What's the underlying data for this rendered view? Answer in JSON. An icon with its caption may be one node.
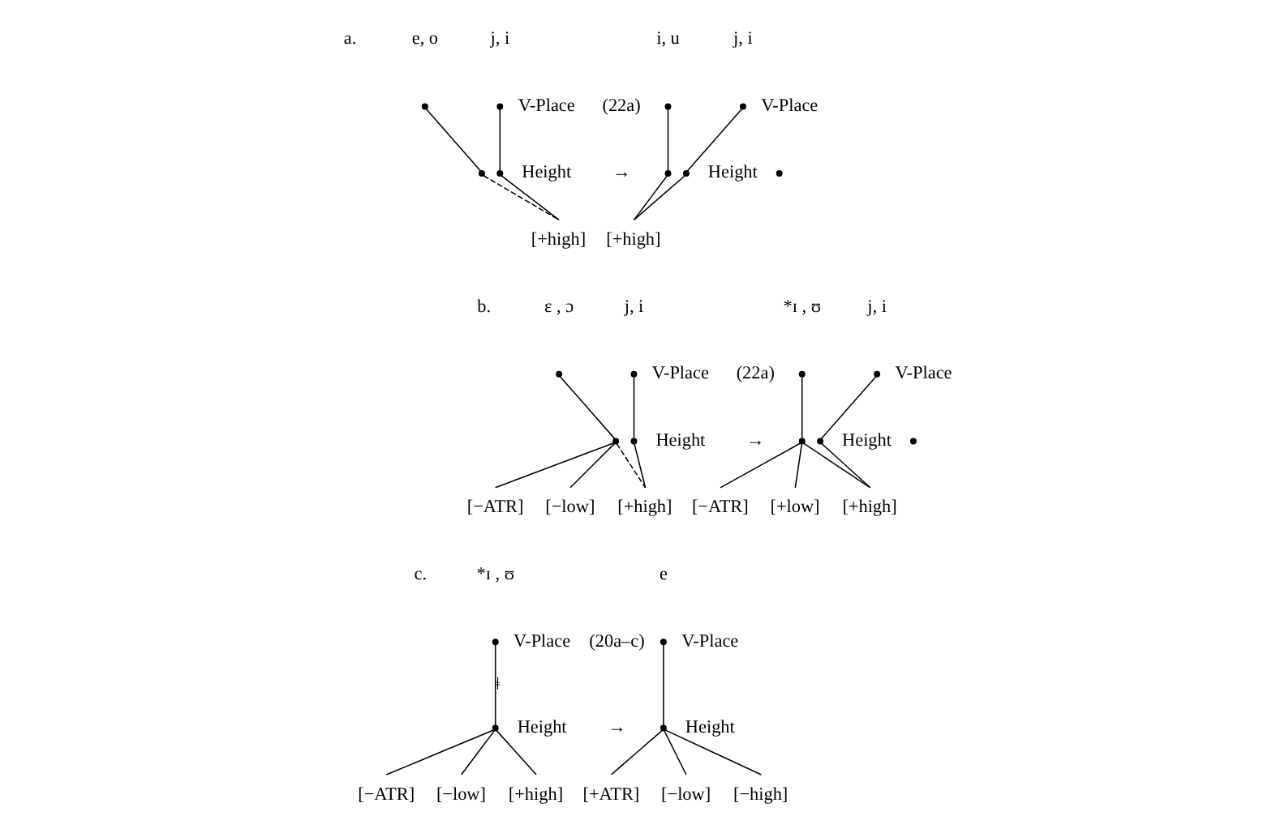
{
  "diagram": {
    "nodes": [
      {
        "text": [],
        "shape": "circle",
        "beside": [
          "e, o"
        ]
      },
      {
        "text": [],
        "shape": "circle",
        "beside": [
          "j, i",
          "V-Place"
        ]
      },
      {
        "text": [],
        "shape": "circle"
      },
      {
        "text": [],
        "shape": "circle",
        "beside": [
          "Height"
        ]
      },
      {
        "text": [
          "[+high]"
        ]
      },
      {
        "text": [],
        "shape": "circle",
        "beside": [
          "i, u"
        ]
      },
      {
        "text": [],
        "shape": "circle",
        "beside": [
          "j, i",
          "V-Place"
        ]
      },
      {
        "text": [],
        "shape": "circle"
      },
      {
        "text": [],
        "shape": "circle",
        "beside": [
          "Height"
        ]
      },
      {
        "text": [],
        "shape": "circle"
      },
      {
        "text": [
          "[+high]"
        ]
      },
      {
        "text": [],
        "shape": "circle",
        "beside": [
          "ɛ , ɔ"
        ]
      },
      {
        "text": [],
        "shape": "circle",
        "beside": [
          "j, i",
          "V-Place"
        ]
      },
      {
        "text": [],
        "shape": "circle"
      },
      {
        "text": [],
        "shape": "circle",
        "beside": [
          "Height"
        ]
      },
      {
        "text": [
          "[−ATR]"
        ]
      },
      {
        "text": [
          "[−low]"
        ]
      },
      {
        "text": [
          "[+high]"
        ]
      },
      {
        "text": [],
        "shape": "circle",
        "beside": [
          "*ɪ , ʊ"
        ]
      },
      {
        "text": [],
        "shape": "circle",
        "beside": [
          "j, i",
          "V-Place"
        ]
      },
      {
        "text": [],
        "shape": "circle"
      },
      {
        "text": [],
        "shape": "circle",
        "beside": [
          "Height"
        ]
      },
      {
        "text": [],
        "shape": "circle"
      },
      {
        "text": [
          "[−ATR]"
        ]
      },
      {
        "text": [
          "[+low]"
        ]
      },
      {
        "text": [
          "[+high]"
        ]
      },
      {
        "text": [],
        "shape": "circle",
        "beside": [
          "*ɪ , ʊ",
          "V-Place"
        ]
      },
      {
        "text": [],
        "shape": "circle",
        "beside": [
          "Height"
        ]
      },
      {
        "text": [
          "[−ATR]"
        ]
      },
      {
        "text": [
          "[−low]"
        ]
      },
      {
        "text": [
          "[+high]"
        ]
      },
      {
        "text": [],
        "shape": "circle",
        "beside": [
          "e",
          "V-Place"
        ]
      },
      {
        "text": [],
        "shape": "circle",
        "beside": [
          "Height"
        ]
      },
      {
        "text": [
          "[+ATR]"
        ]
      },
      {
        "text": [
          "[−low]"
        ]
      },
      {
        "text": [
          "[−high]"
        ]
      }
    ],
    "edges": [
      {
        "from": 0,
        "to": 2,
        "arrow": "none"
      },
      {
        "from": 1,
        "to": 3,
        "arrow": "none"
      },
      {
        "from": 3,
        "to": 4,
        "arrow": "none"
      },
      {
        "from": 2,
        "to": 4,
        "arrow": "none",
        "style": "dashed"
      },
      {
        "from": 5,
        "to": 7,
        "arrow": "none"
      },
      {
        "from": 6,
        "to": 8,
        "arrow": "none"
      },
      {
        "from": 8,
        "to": 10,
        "arrow": "none"
      },
      {
        "from": 7,
        "to": 10,
        "arrow": "none"
      },
      {
        "from": 11,
        "to": 13,
        "arrow": "none"
      },
      {
        "from": 12,
        "to": 14,
        "arrow": "none"
      },
      {
        "from": 13,
        "to": 15,
        "arrow": "none"
      },
      {
        "from": 13,
        "to": 16,
        "arrow": "none"
      },
      {
        "from": 13,
        "to": 17,
        "arrow": "none",
        "style": "dashed"
      },
      {
        "from": 14,
        "to": 17,
        "arrow": "none"
      },
      {
        "from": 18,
        "to": 20,
        "arrow": "none"
      },
      {
        "from": 19,
        "to": 21,
        "arrow": "none"
      },
      {
        "from": 20,
        "to": 23,
        "arrow": "none"
      },
      {
        "from": 20,
        "to": 24,
        "arrow": "none"
      },
      {
        "from": 20,
        "to": 25,
        "arrow": "none"
      },
      {
        "from": 21,
        "to": 25,
        "arrow": "none"
      },
      {
        "from": 26,
        "to": 27,
        "arrow": "none",
        "label": "ǂ"
      },
      {
        "from": 27,
        "to": 28,
        "arrow": "none"
      },
      {
        "from": 27,
        "to": 29,
        "arrow": "none"
      },
      {
        "from": 27,
        "to": 30,
        "arrow": "none"
      },
      {
        "from": 31,
        "to": 32,
        "arrow": "none"
      },
      {
        "from": 32,
        "to": 33,
        "arrow": "none"
      },
      {
        "from": 32,
        "to": 34,
        "arrow": "none"
      },
      {
        "from": 32,
        "to": 35,
        "arrow": "none"
      }
    ],
    "labels": [
      "a.",
      "(22a)",
      "→",
      "b.",
      "(22a)",
      "→",
      "c.",
      "(20a–c)",
      "→"
    ]
  }
}
